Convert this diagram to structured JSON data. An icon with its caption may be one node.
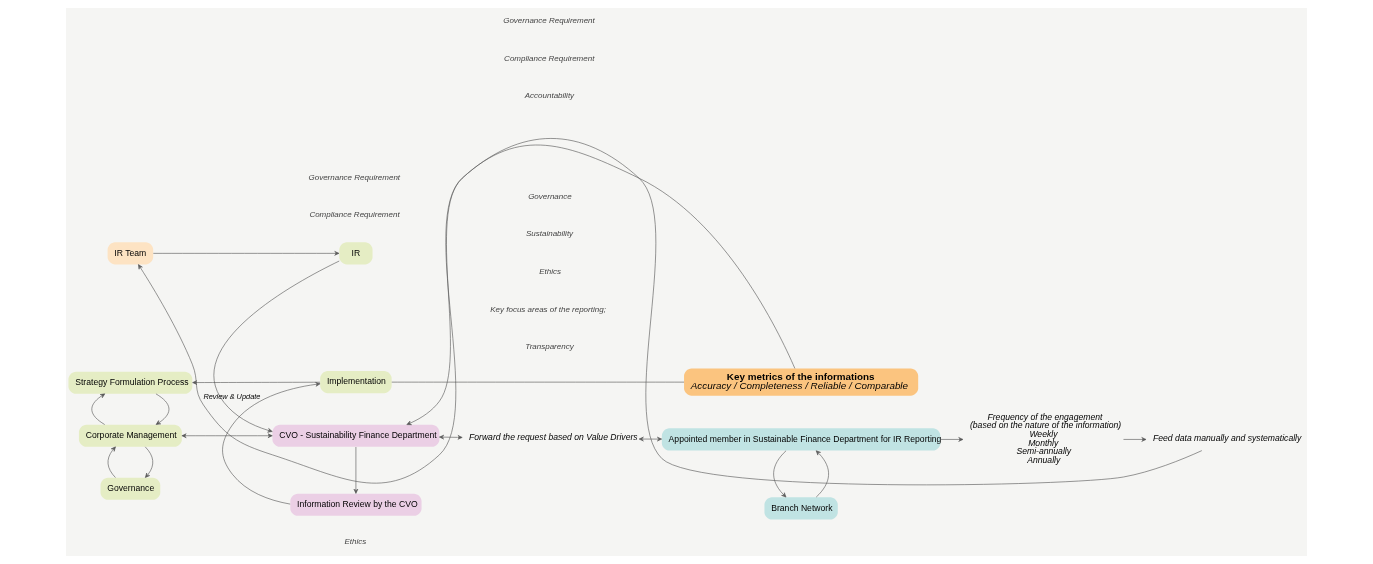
{
  "diagram": {
    "nodes": [
      {
        "text": [
          "Governance"
        ]
      },
      {
        "text": [
          "Corporate Management"
        ]
      },
      {
        "text": [
          "Strategy Formulation Process"
        ]
      },
      {
        "text": [
          "Implementation"
        ]
      },
      {
        "text": [
          "Key metrics of the informations",
          "Accuracy / Completeness / Reliable / Comparable"
        ]
      },
      {
        "text": [
          "CVO - Sustainability Finance Department"
        ]
      },
      {
        "text": [
          "Forward the request based on Value Drivers"
        ]
      },
      {
        "text": [
          "Appointed member in Sustainable Finance Department for IR Reporting"
        ]
      },
      {
        "text": [
          "Frequency of the engagement",
          "(based on the nature of the information)",
          "Weekly",
          "Monthly",
          "Semi-annually",
          "Annually"
        ]
      },
      {
        "text": [
          "Feed data manually and systematically"
        ]
      },
      {
        "text": [
          "IR Team"
        ]
      },
      {
        "text": [
          "IR"
        ]
      },
      {
        "text": [
          "Information Review by the CVO"
        ]
      },
      {
        "text": [
          "Branch Network"
        ]
      }
    ],
    "edges": [
      {
        "from": 1,
        "to": 0,
        "arrow": "to"
      },
      {
        "from": 0,
        "to": 1,
        "arrow": "to"
      },
      {
        "from": 2,
        "to": 1,
        "arrow": "to"
      },
      {
        "from": 1,
        "to": 2,
        "arrow": "to"
      },
      {
        "from": 1,
        "to": 5,
        "arrow": "both"
      },
      {
        "from": 5,
        "to": 12,
        "arrow": "to"
      },
      {
        "from": 12,
        "to": 3,
        "arrow": "to"
      },
      {
        "from": 3,
        "to": 2,
        "arrow": "to"
      },
      {
        "from": 3,
        "to": 4,
        "arrow": "none"
      },
      {
        "from": 4,
        "to": 10,
        "arrow": "to"
      },
      {
        "from": 5,
        "to": 6,
        "arrow": "both"
      },
      {
        "from": 6,
        "to": 7,
        "arrow": "both"
      },
      {
        "from": 13,
        "to": 7,
        "arrow": "to"
      },
      {
        "from": 7,
        "to": 13,
        "arrow": "to"
      },
      {
        "from": 7,
        "to": 8,
        "arrow": "to"
      },
      {
        "from": 8,
        "to": 9,
        "arrow": "to"
      },
      {
        "from": 9,
        "to": 5,
        "arrow": "to"
      },
      {
        "from": 10,
        "to": 11,
        "arrow": "to"
      },
      {
        "from": 11,
        "to": 5,
        "label": "Review & Update",
        "arrow": "to"
      }
    ],
    "labels": [
      "Ethics",
      "Compliance Requirement",
      "Governance Requirement",
      "Key focus areas of the reporting;",
      "Transparency",
      "Accountability",
      "Governance",
      "Sustainability",
      "Ethics",
      "Compliance Requirement",
      "Governance Requirement"
    ]
  }
}
